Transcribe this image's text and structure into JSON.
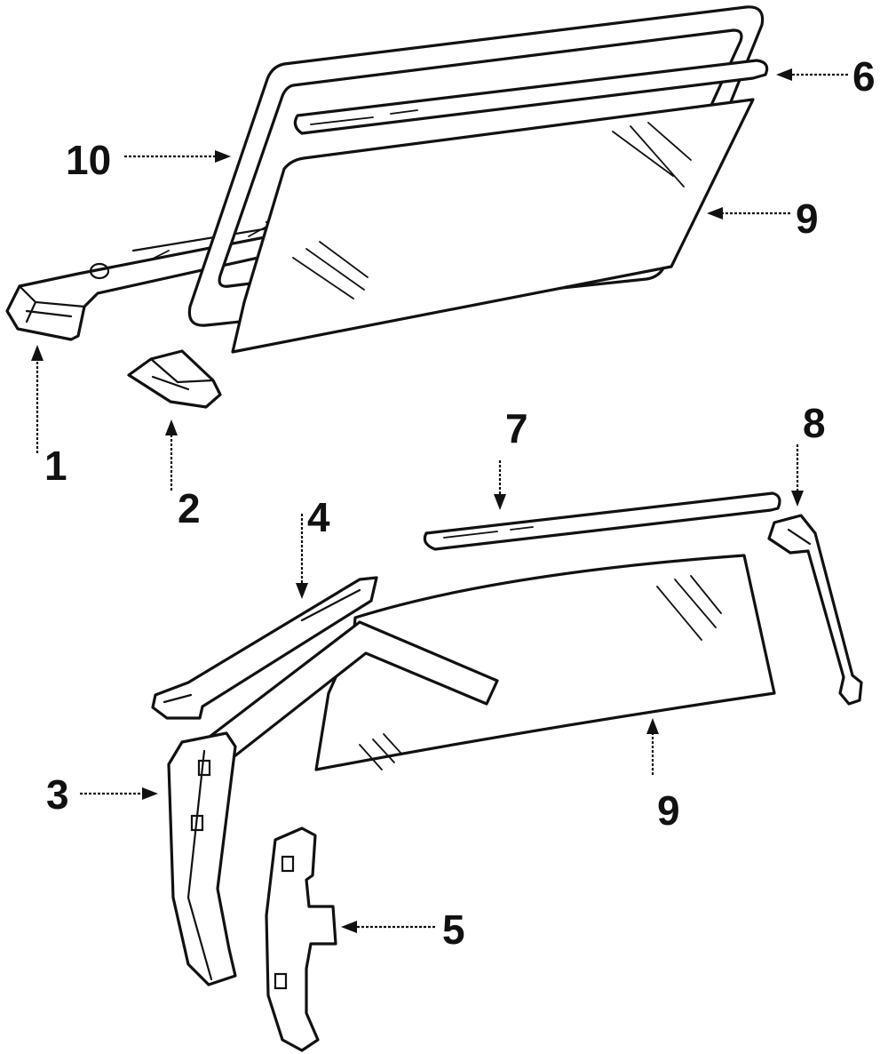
{
  "callouts": [
    {
      "id": "1",
      "label": "1"
    },
    {
      "id": "2",
      "label": "2"
    },
    {
      "id": "3",
      "label": "3"
    },
    {
      "id": "4",
      "label": "4"
    },
    {
      "id": "5",
      "label": "5"
    },
    {
      "id": "6",
      "label": "6"
    },
    {
      "id": "7",
      "label": "7"
    },
    {
      "id": "8",
      "label": "8"
    },
    {
      "id": "9a",
      "label": "9"
    },
    {
      "id": "9b",
      "label": "9"
    },
    {
      "id": "10",
      "label": "10"
    }
  ],
  "colors": {
    "ink": "#111111",
    "paper": "#ffffff"
  }
}
